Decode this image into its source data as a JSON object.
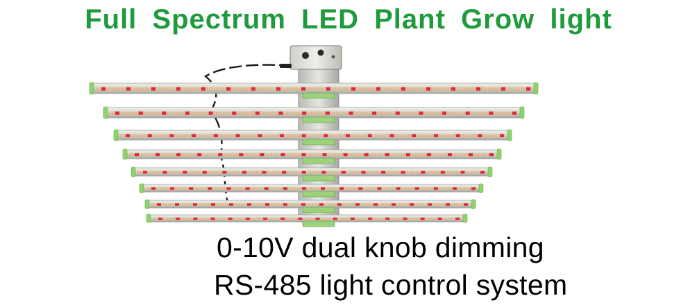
{
  "title": "Full Spectrum LED Plant Grow light",
  "features": [
    "0-10V dual knob dimming",
    "RS-485 light control system"
  ],
  "colors": {
    "title": "#1f9a3c",
    "bar_body": "#d9d9d2",
    "bar_end_cap": "#8fd36f",
    "led_warm": "#e9b27c",
    "led_red": "#e0283a",
    "controller_green": "#9bd27a"
  },
  "image": {
    "subject": "LED grow light with eight parallel light bars",
    "bar_count": 8
  }
}
